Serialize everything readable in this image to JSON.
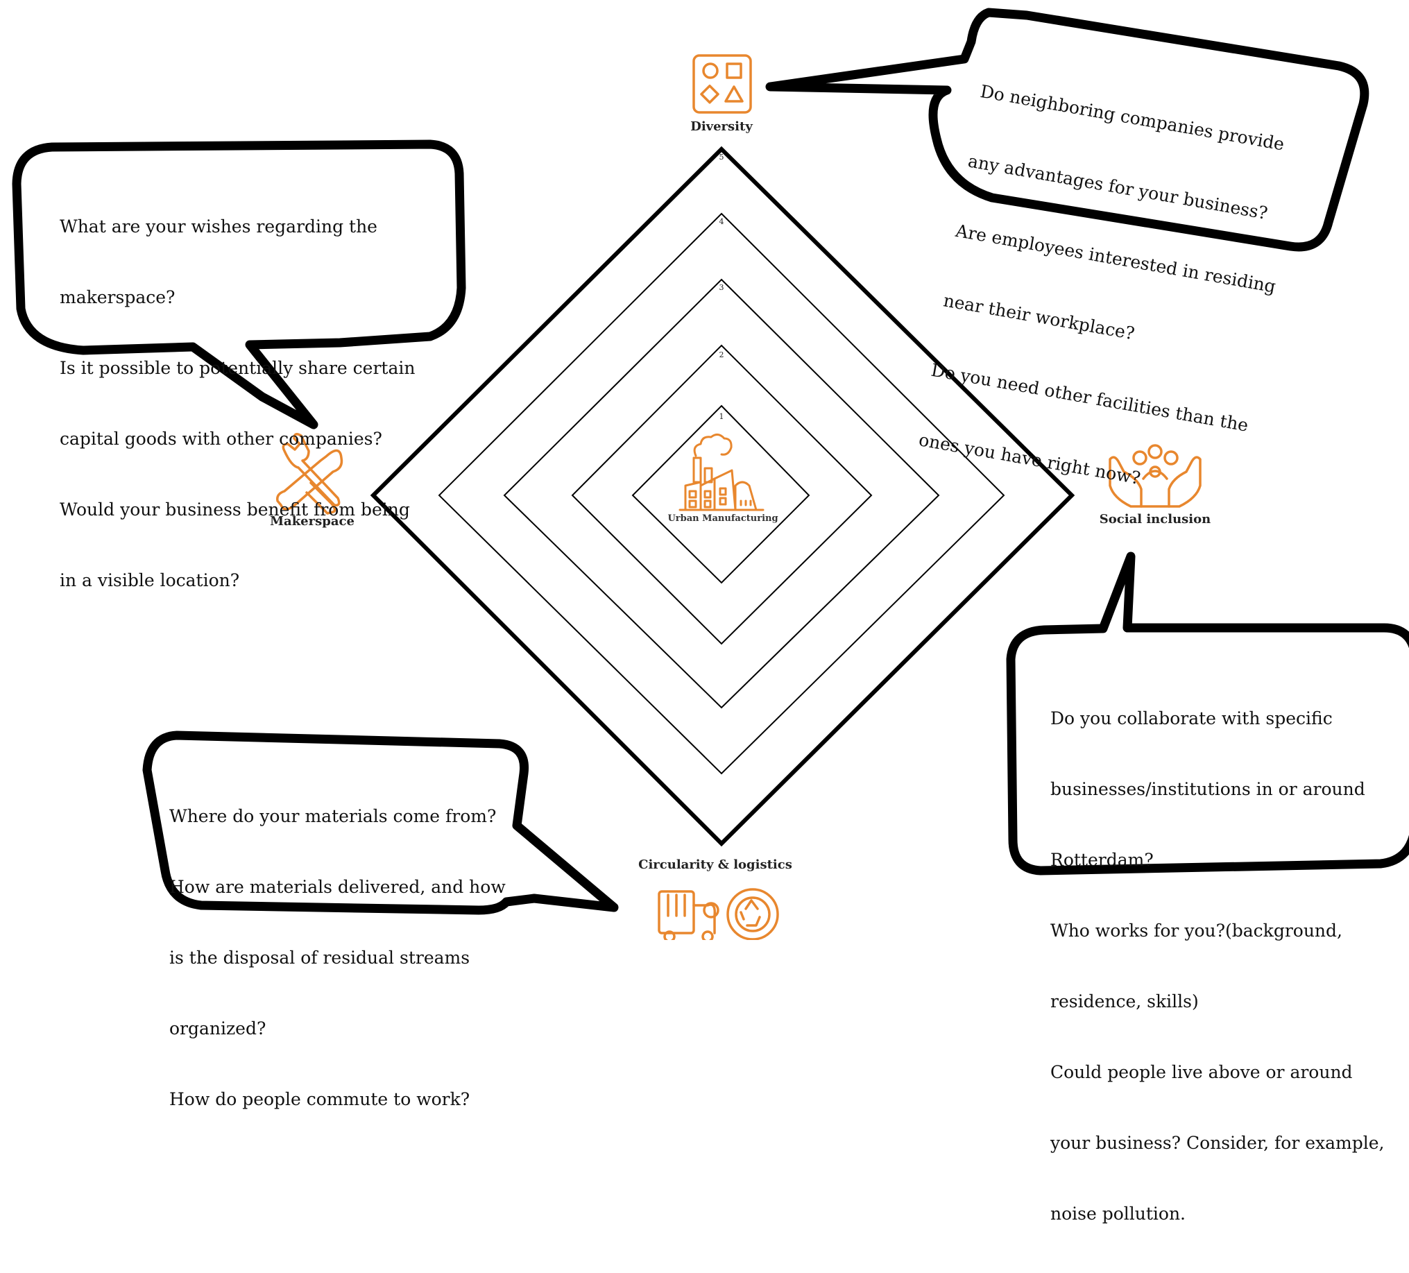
{
  "diagram": {
    "center_label": "Urban Manufacturing",
    "levels": [
      "1",
      "2",
      "3",
      "4",
      "5"
    ],
    "axes": {
      "top": "Diversity",
      "right": "Social inclusion",
      "bottom": "Circularity & logistics",
      "left": "Makerspace"
    },
    "accent_color": "#e8872e",
    "icons": {
      "top": "shapes-icon",
      "right": "community-hands-icon",
      "bottom": "truck-recycle-icon",
      "left": "tools-icon",
      "center": "factory-icon"
    }
  },
  "bubbles": {
    "makerspace": [
      "What are your wishes regarding the",
      "makerspace?",
      "Is it possible to potentially share certain",
      "capital goods with other companies?",
      "Would your business benefit from being",
      "in a visible location?"
    ],
    "diversity": [
      "Do neighboring companies provide",
      "any advantages for your business?",
      "Are employees interested in residing",
      "near their workplace?",
      "Do you need other facilities than the",
      "ones you have right now?"
    ],
    "social_inclusion": [
      "Do you collaborate with specific",
      "businesses/institutions in or around",
      "Rotterdam?",
      "Who works for you?(background,",
      "residence, skills)",
      "Could people live above or around",
      "your business? Consider, for example,",
      "noise pollution."
    ],
    "circularity": [
      "Where do your materials come from?",
      "How are materials delivered, and how",
      "is the disposal of residual streams",
      "organized?",
      "How do people commute to work?"
    ]
  }
}
